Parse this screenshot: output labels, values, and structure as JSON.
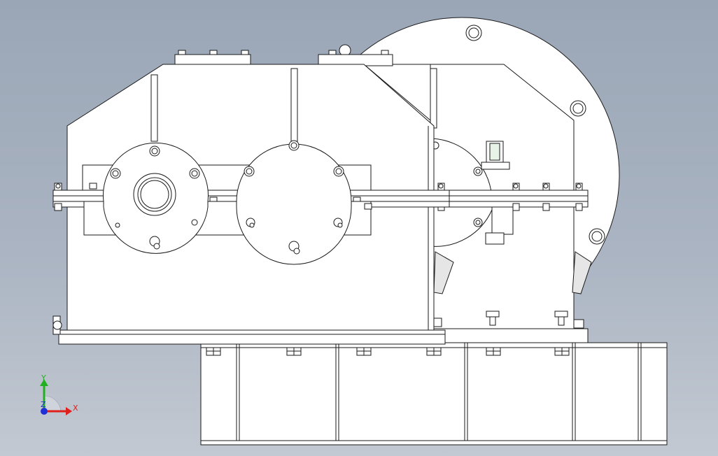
{
  "viewport": {
    "background_top": "#9aa6b6",
    "background_bottom": "#c3c9d2",
    "line_color": "#1a1a1a",
    "part_fill": "#ffffff"
  },
  "triad": {
    "x_label": "X",
    "y_label": "Y",
    "z_label": "Z",
    "x_color": "#e0201c",
    "y_color": "#22b022",
    "z_color": "#2030d8"
  },
  "model": {
    "icons": [
      "gearbox-housing",
      "drum-flange",
      "skid-base",
      "bearing-cap",
      "inspection-rod",
      "bolt"
    ]
  }
}
